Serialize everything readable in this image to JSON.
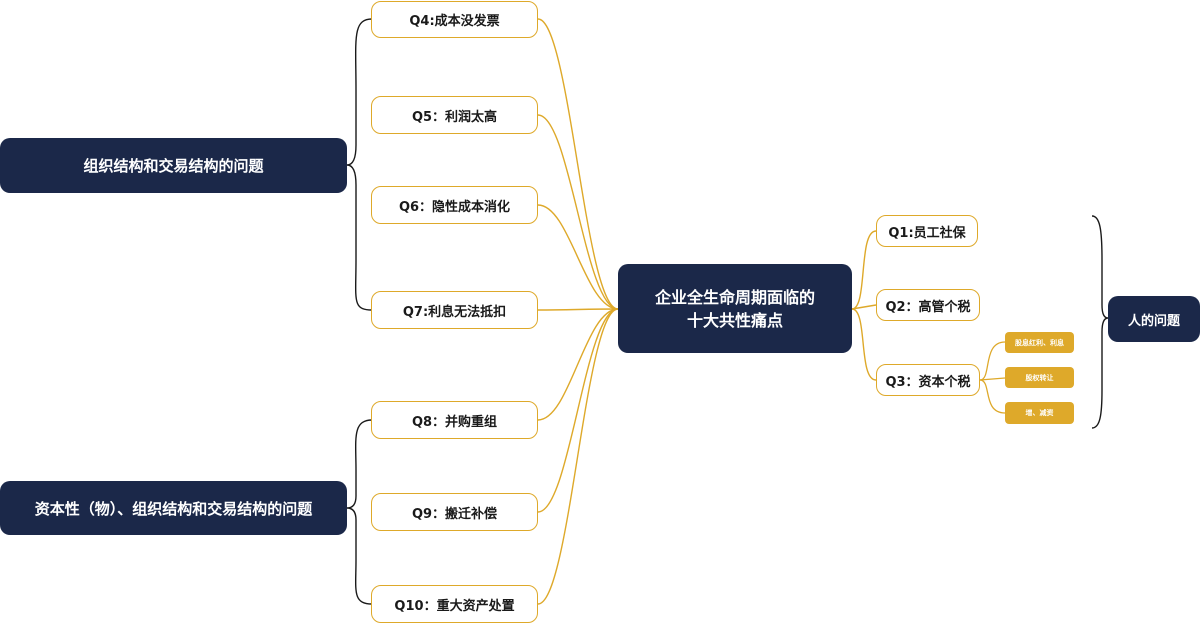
{
  "center": {
    "line1": "企业全生命周期面临的",
    "line2": "十大共性痛点"
  },
  "groups": {
    "org": "组织结构和交易结构的问题",
    "capital": "资本性（物）、组织结构和交易结构的问题",
    "people": "人的问题"
  },
  "left_questions": {
    "q4": "Q4:成本没发票",
    "q5": "Q5：利润太高",
    "q6": "Q6：隐性成本消化",
    "q7": "Q7:利息无法抵扣",
    "q8": "Q8：并购重组",
    "q9": "Q9：搬迁补偿",
    "q10": "Q10：重大资产处置"
  },
  "right_questions": {
    "q1": "Q1:员工社保",
    "q2": "Q2：高管个税",
    "q3": "Q3：资本个税"
  },
  "q3_items": [
    "股息红利、利息",
    "股权转让",
    "增、减资"
  ],
  "colors": {
    "navy": "#1b2849",
    "gold": "#dea92a",
    "bracket": "#1a1a1a",
    "background": "#ffffff"
  }
}
